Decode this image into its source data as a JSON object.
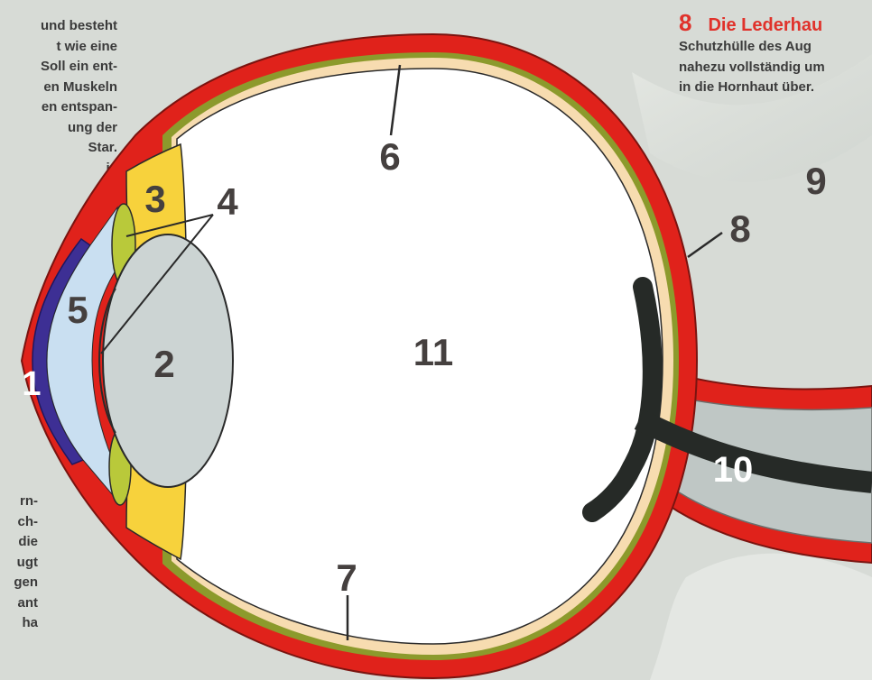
{
  "left_text_top": [
    "und besteht",
    "t wie eine",
    "Soll ein ent-",
    "en Muskeln",
    "en entspan-",
    "ung der",
    "Star.",
    "ie"
  ],
  "left_text_bottom": [
    "rn-",
    "ch-",
    "die",
    "ugt",
    "gen",
    "ant",
    "ha"
  ],
  "right_text": {
    "heading_number": "8",
    "heading_title": "Die Lederhau",
    "lines": [
      "Schutzhülle des Aug",
      "nahezu vollständig um",
      "in die Hornhaut über."
    ]
  },
  "labels": {
    "l1": "1",
    "l2": "2",
    "l3": "3",
    "l4": "4",
    "l5": "5",
    "l6": "6",
    "l7": "7",
    "l8": "8",
    "l9": "9",
    "l10": "10",
    "l11": "11"
  },
  "colors": {
    "background": "#d7dbd6",
    "sclera": "#e0221b",
    "retina": "#f7dcb0",
    "choroid": "#8c9a2c",
    "cornea": "#3d2f94",
    "aqueous": "#c9dff1",
    "lens": "#ccd4d3",
    "ciliary": "#f7d23c",
    "iris": "#b9c93a",
    "vitreous": "#ffffff",
    "nerve": "#bfc7c5",
    "vessel": "#262a27",
    "label_text": "#45403f",
    "heading_red": "#e0322b"
  }
}
